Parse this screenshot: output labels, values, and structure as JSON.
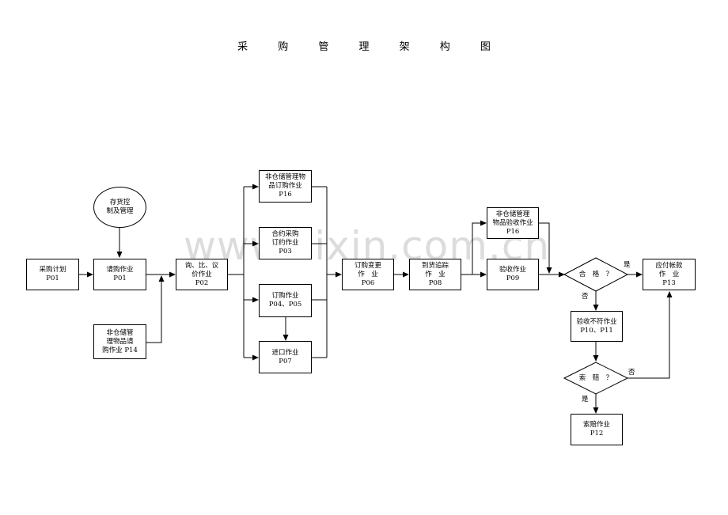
{
  "title": "采 购 管 理 架 构 图",
  "watermark": "www.zixin.com.cn",
  "nodes": {
    "plan": [
      "采购计划",
      "P01"
    ],
    "inventory": [
      "存货控",
      "制及管理"
    ],
    "requisition": [
      "请购作业",
      "P01"
    ],
    "nonstock_req": [
      "非仓储管",
      "理物品请",
      "购作业 P14"
    ],
    "inquiry": [
      "询、比、议",
      "价作业",
      "P02"
    ],
    "nonstock_order": [
      "非仓储管理物",
      "品订购作业",
      "P16"
    ],
    "contract": [
      "合约采购",
      "订约作业",
      "P03"
    ],
    "order": [
      "订购作业",
      "P04、P05"
    ],
    "import": [
      "进口作业",
      "P07"
    ],
    "change": [
      "订购变更",
      "作　业",
      "P06"
    ],
    "tracking": [
      "到货追踪",
      "作　业",
      "P08"
    ],
    "nonstock_receive": [
      "非仓储管理",
      "物品验收作业",
      "P16"
    ],
    "receiving": [
      "验收作业",
      "P09"
    ],
    "qualified": [
      "合　格　？"
    ],
    "nonconform": [
      "验收不符作业",
      "P10、P11"
    ],
    "claim_q": [
      "索　赔　？"
    ],
    "claim": [
      "索赔作业",
      "P12"
    ],
    "payable": [
      "应付帐款",
      "作　业",
      "P13"
    ]
  },
  "edge_labels": {
    "qualified_yes": "是",
    "qualified_no": "否",
    "claim_no": "否",
    "claim_yes": "是"
  }
}
